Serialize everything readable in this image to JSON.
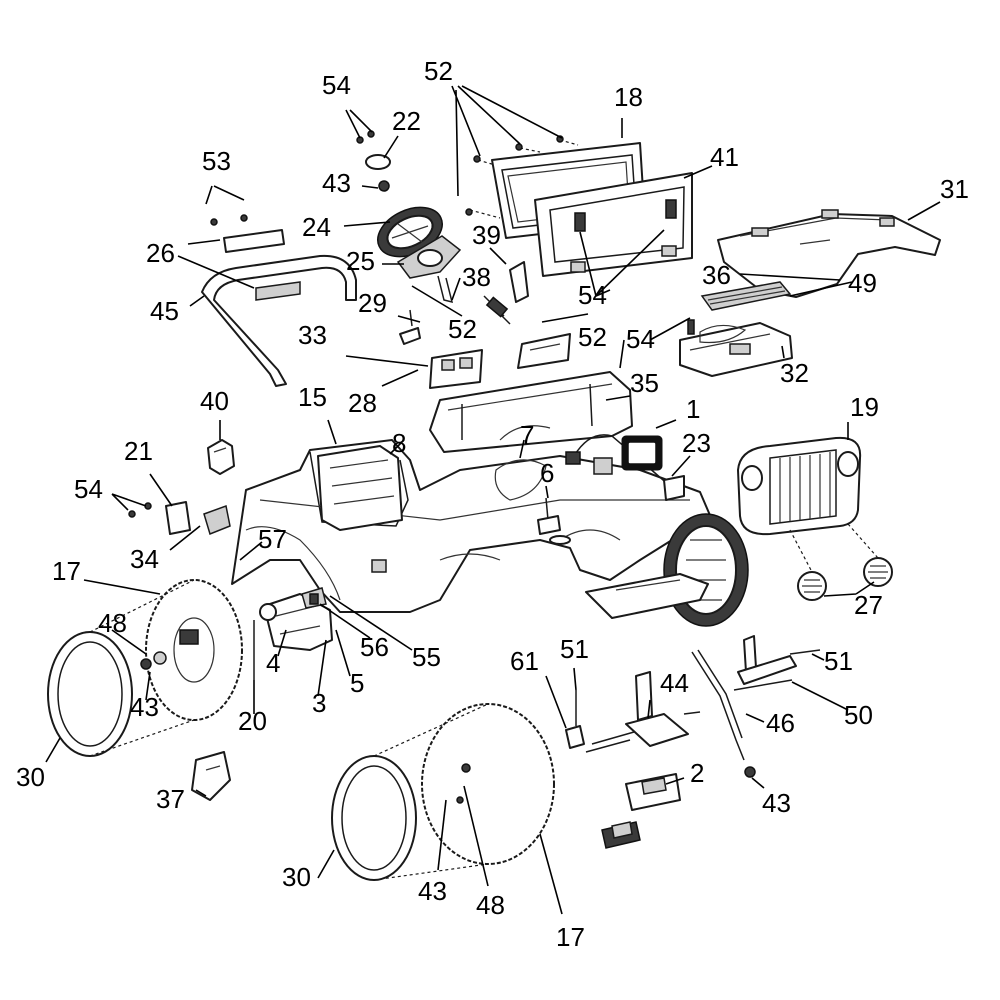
{
  "diagram": {
    "type": "exploded-parts-diagram",
    "line_color": "#1a1a1a",
    "background": "#ffffff",
    "callouts": {
      "c54a": "54",
      "c22": "22",
      "c52a": "52",
      "c18": "18",
      "c41": "41",
      "c31": "31",
      "c53": "53",
      "c43a": "43",
      "c24": "24",
      "c39": "39",
      "c26": "26",
      "c25": "25",
      "c38": "38",
      "c36": "36",
      "c49": "49",
      "c45": "45",
      "c29": "29",
      "c54b": "54",
      "c52b": "52",
      "c52c": "52",
      "c33": "33",
      "c54c": "54",
      "c32": "32",
      "c28": "28",
      "c35": "35",
      "c40": "40",
      "c15": "15",
      "c1": "1",
      "c19": "19",
      "c7": "7",
      "c8": "8",
      "c23": "23",
      "c21": "21",
      "c54d": "54",
      "c6": "6",
      "c34": "34",
      "c57": "57",
      "c17a": "17",
      "c27": "27",
      "c48a": "48",
      "c56": "56",
      "c55": "55",
      "c4": "4",
      "c5": "5",
      "c61": "61",
      "c51a": "51",
      "c51b": "51",
      "c43b": "43",
      "c44": "44",
      "c3": "3",
      "c20": "20",
      "c50": "50",
      "c46": "46",
      "c30a": "30",
      "c2": "2",
      "c37": "37",
      "c43c": "43",
      "c30b": "30",
      "c43d": "43",
      "c48b": "48",
      "c17b": "17"
    }
  }
}
